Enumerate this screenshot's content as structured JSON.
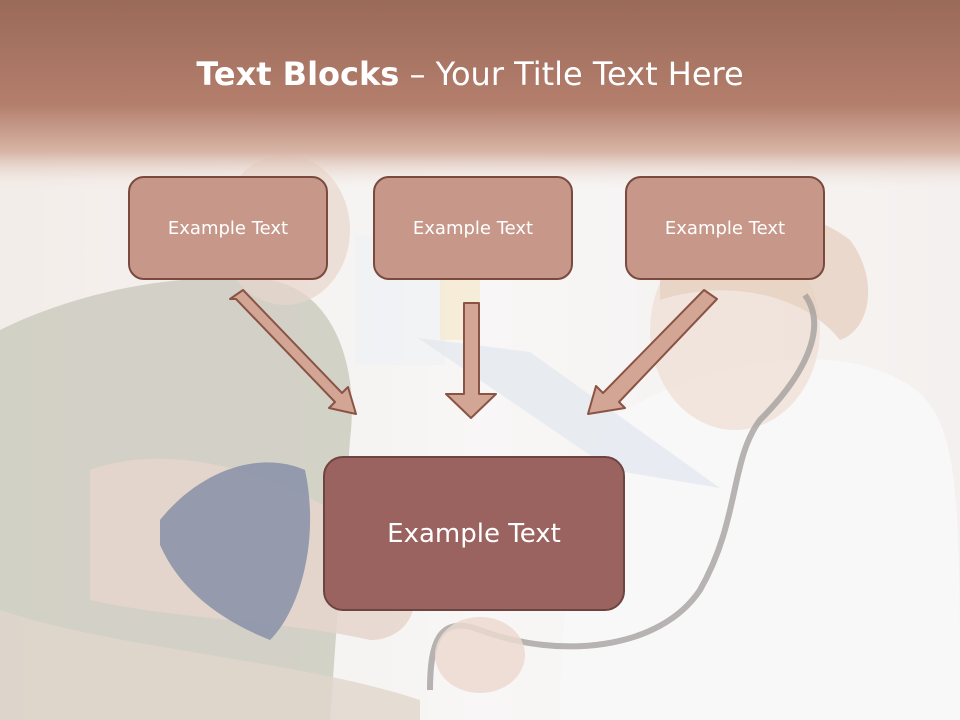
{
  "title": {
    "bold": "Text Blocks",
    "separator": " – ",
    "rest": "Your Title Text Here"
  },
  "blocks": {
    "top": [
      "Example Text",
      "Example Text",
      "Example Text"
    ],
    "bottom": "Example Text"
  },
  "colors": {
    "header": "#a87462",
    "box_fill": "#c79889",
    "box_border": "#7a4a3e",
    "bottom_box_fill": "#9b6360",
    "arrow_fill": "#d3a594",
    "arrow_stroke": "#8a5445"
  }
}
